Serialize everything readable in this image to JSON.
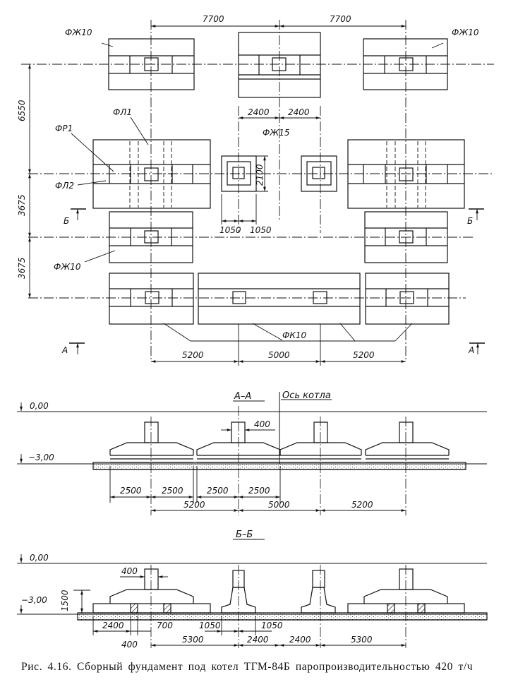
{
  "plan": {
    "dims_top": [
      "7700",
      "7700"
    ],
    "dims_left": [
      "6550",
      "3675",
      "3675"
    ],
    "dims_center": [
      "2400",
      "2400"
    ],
    "dim_2100": "2100",
    "dims_1050": [
      "1050",
      "1050"
    ],
    "dims_bottom": [
      "5200",
      "5000",
      "5200"
    ],
    "labels": {
      "fzh10": "ФЖ10",
      "fl1": "ФЛ1",
      "fr1": "ФР1",
      "fl2": "ФЛ2",
      "fzh15": "ФЖ15",
      "fk10": "ФК10",
      "b": "Б",
      "a": "А"
    }
  },
  "section_aa": {
    "title": "А–А",
    "axis": "Ось котла",
    "level_top": "0,00",
    "level_bottom": "−3,00",
    "dim_400": "400",
    "dims_row1": [
      "2500",
      "2500",
      "2500",
      "2500"
    ],
    "dims_row2": [
      "5200",
      "5000",
      "5200"
    ]
  },
  "section_bb": {
    "title": "Б–Б",
    "level_top": "0,00",
    "level_bottom": "−3,00",
    "dim_400": "400",
    "dim_1500": "1500",
    "dims_row1": [
      "2400",
      "700",
      "1050",
      "1050"
    ],
    "dim_400_low": "400",
    "dims_row2": [
      "5300",
      "2400",
      "2400",
      "5300"
    ]
  },
  "caption": "Рис. 4.16. Сборный фундамент под котел ТГМ-84Б паропроизводительностью 420 т/ч"
}
